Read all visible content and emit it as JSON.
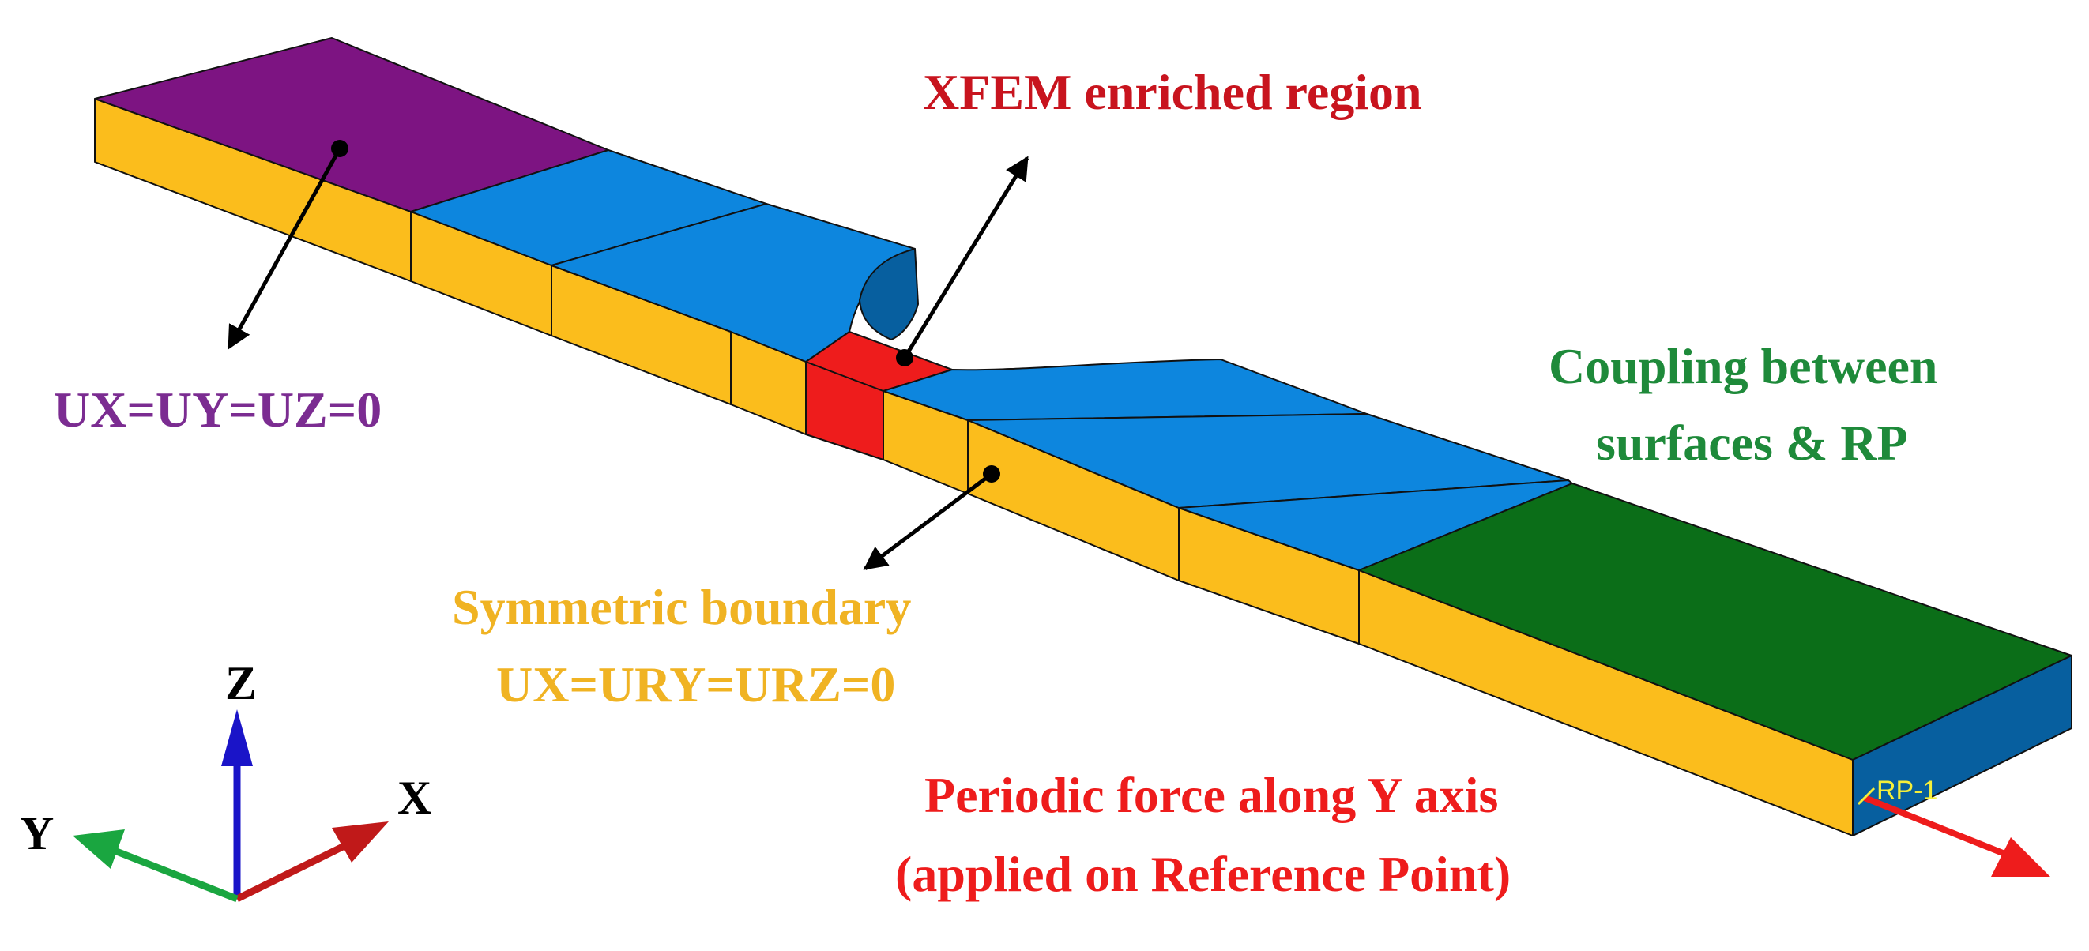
{
  "labels": {
    "xfem": "XFEM enriched region",
    "fixed": "UX=UY=UZ=0",
    "coupling_line1": "Coupling between",
    "coupling_line2": "surfaces & RP",
    "symmetric_line1": "Symmetric boundary",
    "symmetric_line2": "UX=URY=URZ=0",
    "force_line1": "Periodic force along Y axis",
    "force_line2": "(applied on Reference Point)",
    "reference_point": "RP-1"
  },
  "axes": {
    "x": "X",
    "y": "Y",
    "z": "Z"
  },
  "colors": {
    "fixed_region": "#7d1482",
    "mesh_region": "#0d86de",
    "mesh_dark": "#075f9f",
    "symmetric_face": "#fbbd1c",
    "xfem_region": "#ee1c1c",
    "coupling_region": "#0b6e18",
    "fixed_label": "#7b2c91",
    "xfem_label": "#c8141e",
    "coupling_label": "#1e8a3a",
    "symmetric_label": "#f0b323",
    "force_label": "#ee1c1c",
    "axis_x": "#c01919",
    "axis_y": "#1aa640",
    "axis_z": "#1a14c8",
    "rp_marker": "#f4ef3a"
  }
}
